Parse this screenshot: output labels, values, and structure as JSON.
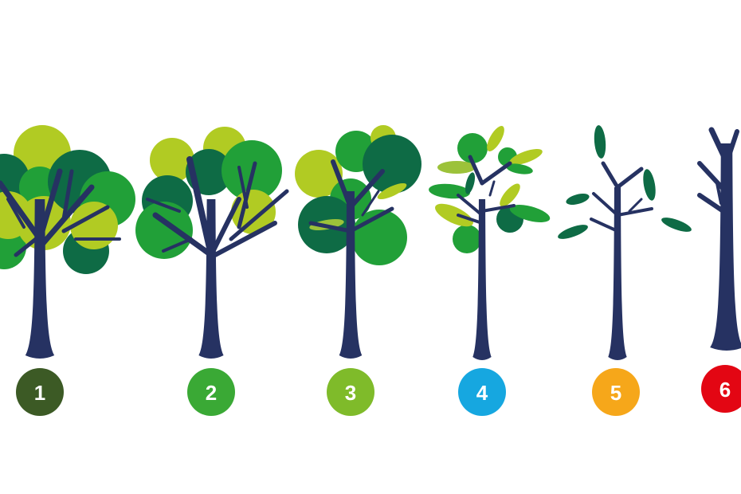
{
  "colors": {
    "trunk": "#263262",
    "dark_green": "#0e6b45",
    "mid_green": "#21a038",
    "lime": "#b1cb23",
    "light_leaf": "#9cc23a"
  },
  "stages": [
    {
      "label": "1",
      "color": "#3c5a25"
    },
    {
      "label": "2",
      "color": "#3aa935"
    },
    {
      "label": "3",
      "color": "#7fbb2a"
    },
    {
      "label": "4",
      "color": "#16a7e0"
    },
    {
      "label": "5",
      "color": "#f6a71a"
    },
    {
      "label": "6",
      "color": "#e30613"
    }
  ]
}
